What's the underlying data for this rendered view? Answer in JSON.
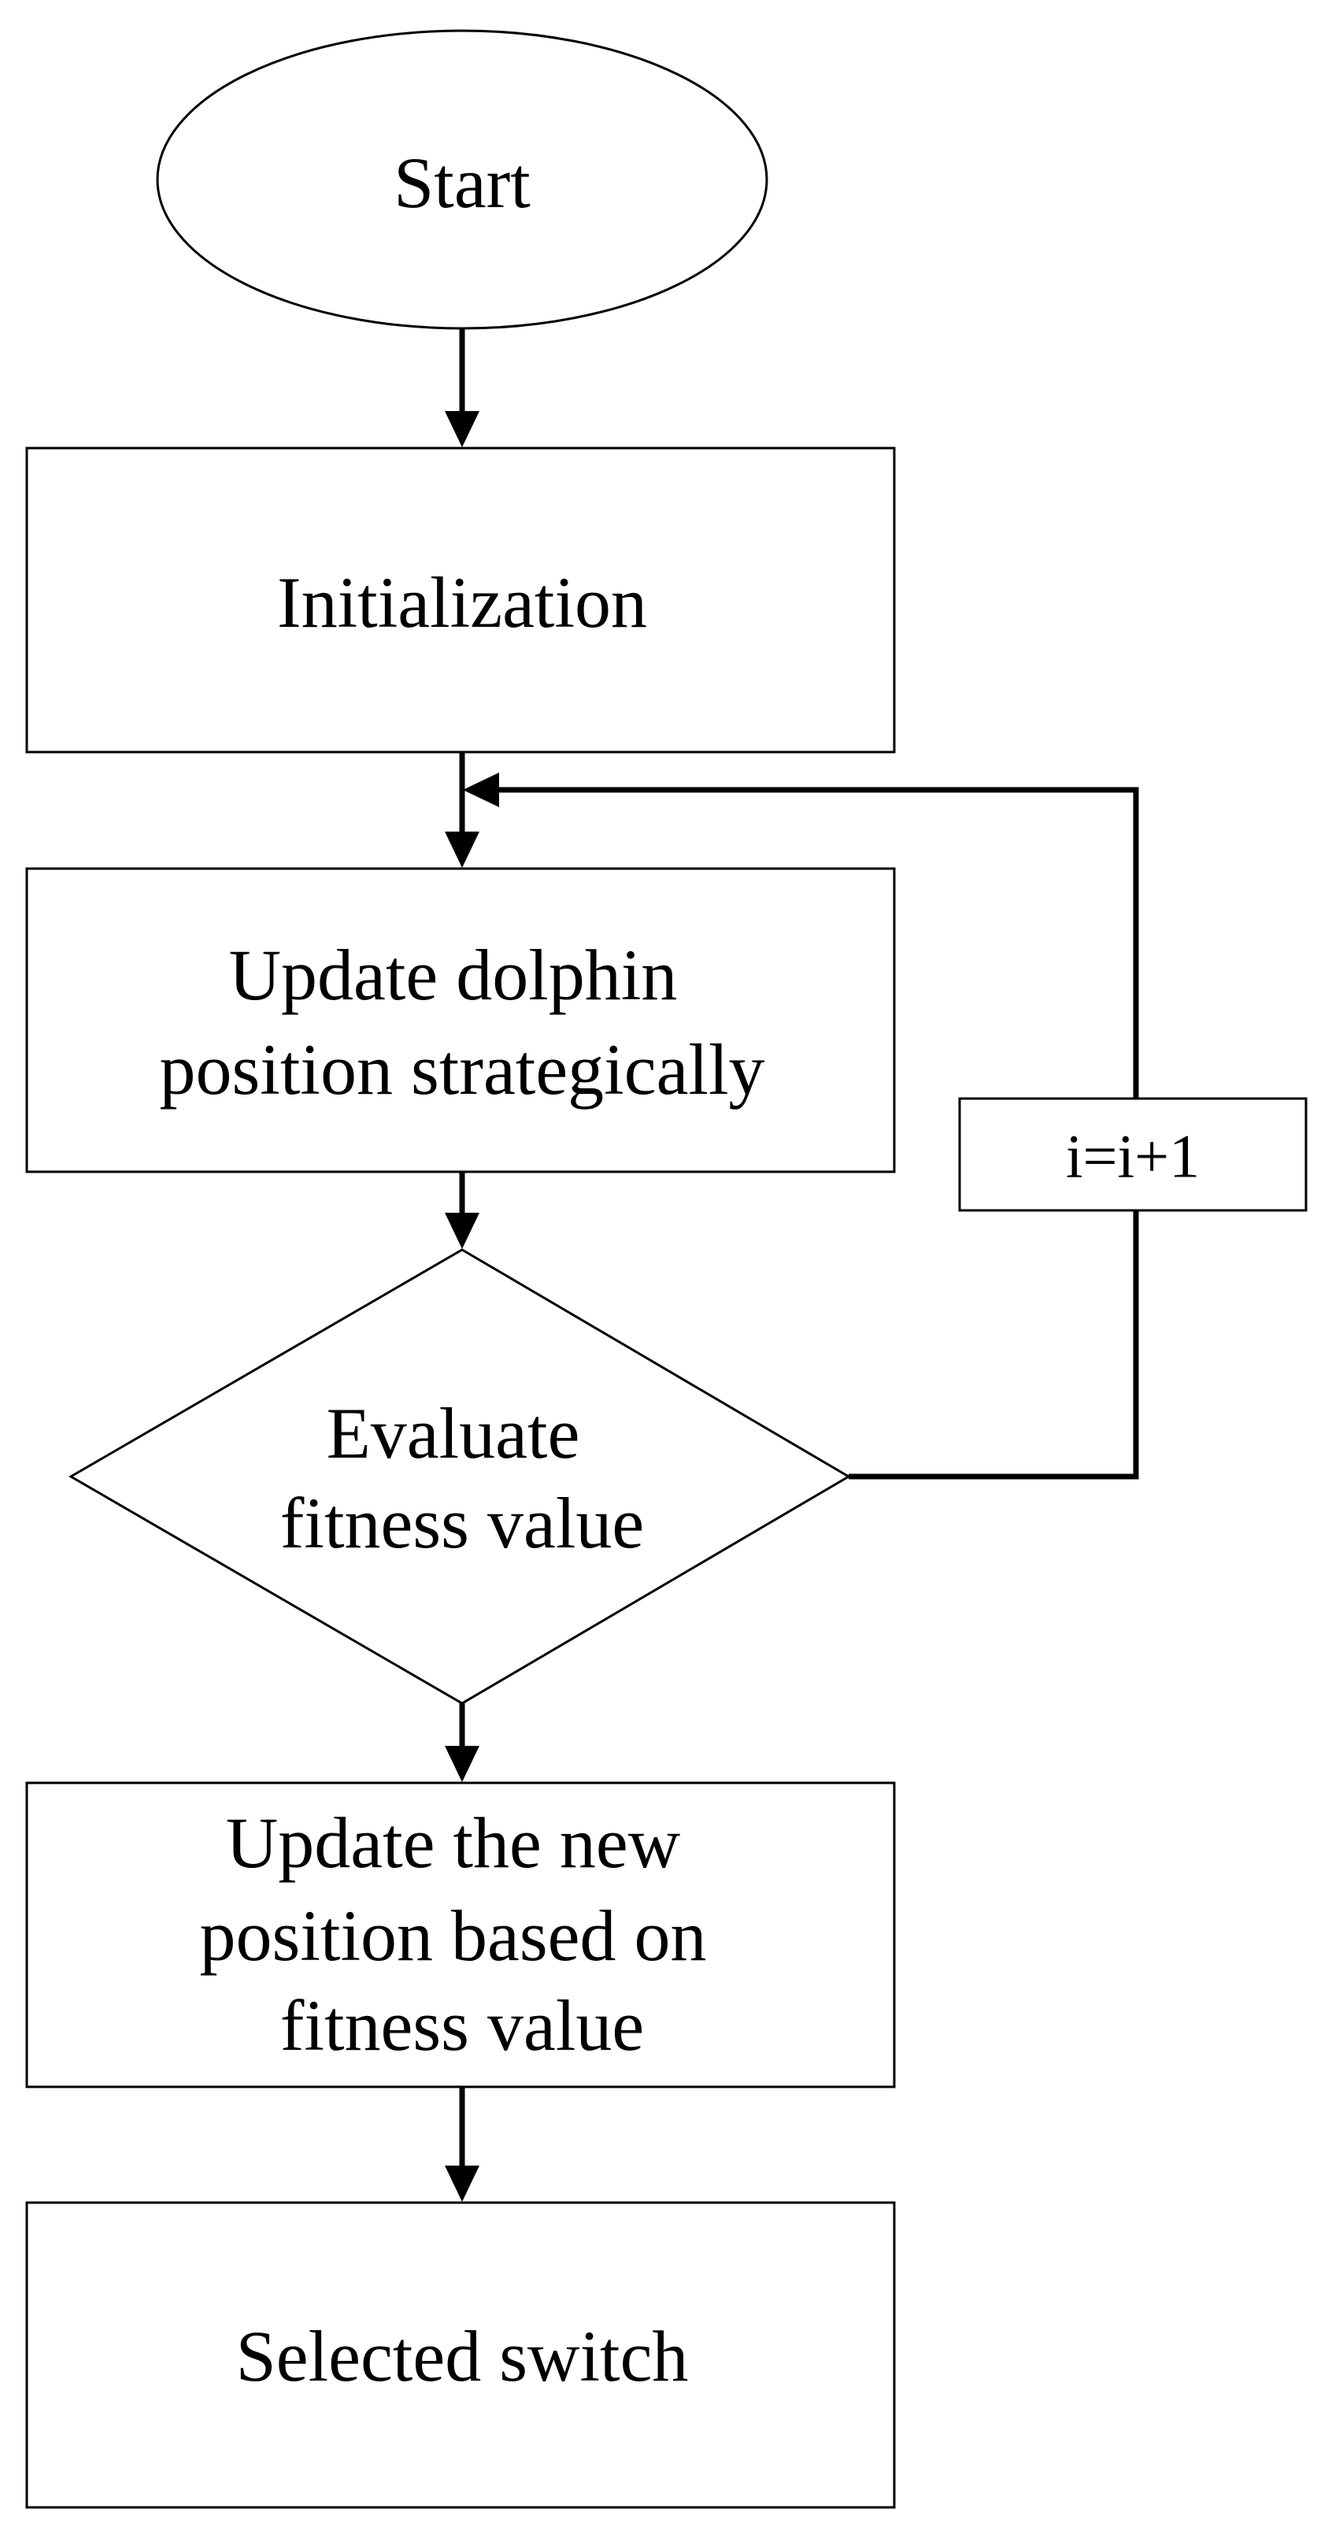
{
  "nodes": {
    "start": {
      "label": "Start"
    },
    "init": {
      "label": "Initialization"
    },
    "update_position": {
      "lines": [
        "Update dolphin",
        "position strategically"
      ]
    },
    "evaluate": {
      "lines": [
        "Evaluate",
        "fitness value"
      ]
    },
    "update_new": {
      "lines": [
        "Update the new",
        "position based on",
        "fitness value"
      ]
    },
    "selected": {
      "label": "Selected switch"
    },
    "loop_counter": {
      "label": "i=i+1"
    }
  },
  "colors": {
    "stroke": "#000000",
    "background": "#ffffff"
  }
}
